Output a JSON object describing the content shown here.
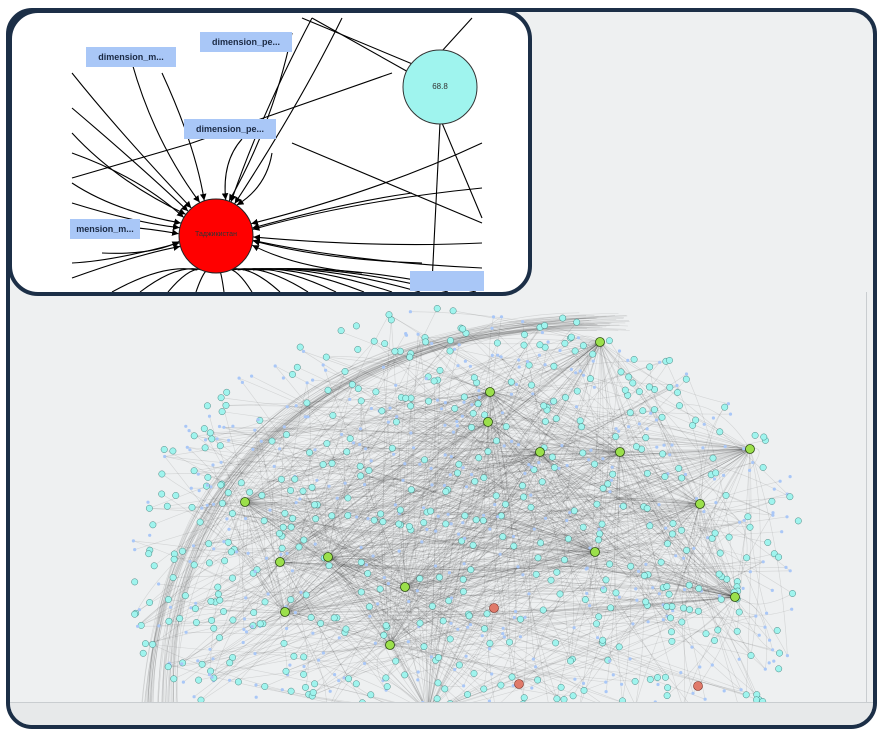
{
  "inset": {
    "labels": [
      "dimension_m...",
      "dimension_pe...",
      "dimension_pe...",
      "mension_m..."
    ],
    "value_node_label": "68.8",
    "country_node_label": "Таджикистан"
  },
  "colors": {
    "frame": "#1c2f47",
    "background": "#eef0f1",
    "label_node": "#a9c7f7",
    "value_node": "#9ff4ee",
    "highlight_node": "#ff0000",
    "hub_node": "#9be04b",
    "red_node": "#e07a6a",
    "edge": "#000000"
  }
}
